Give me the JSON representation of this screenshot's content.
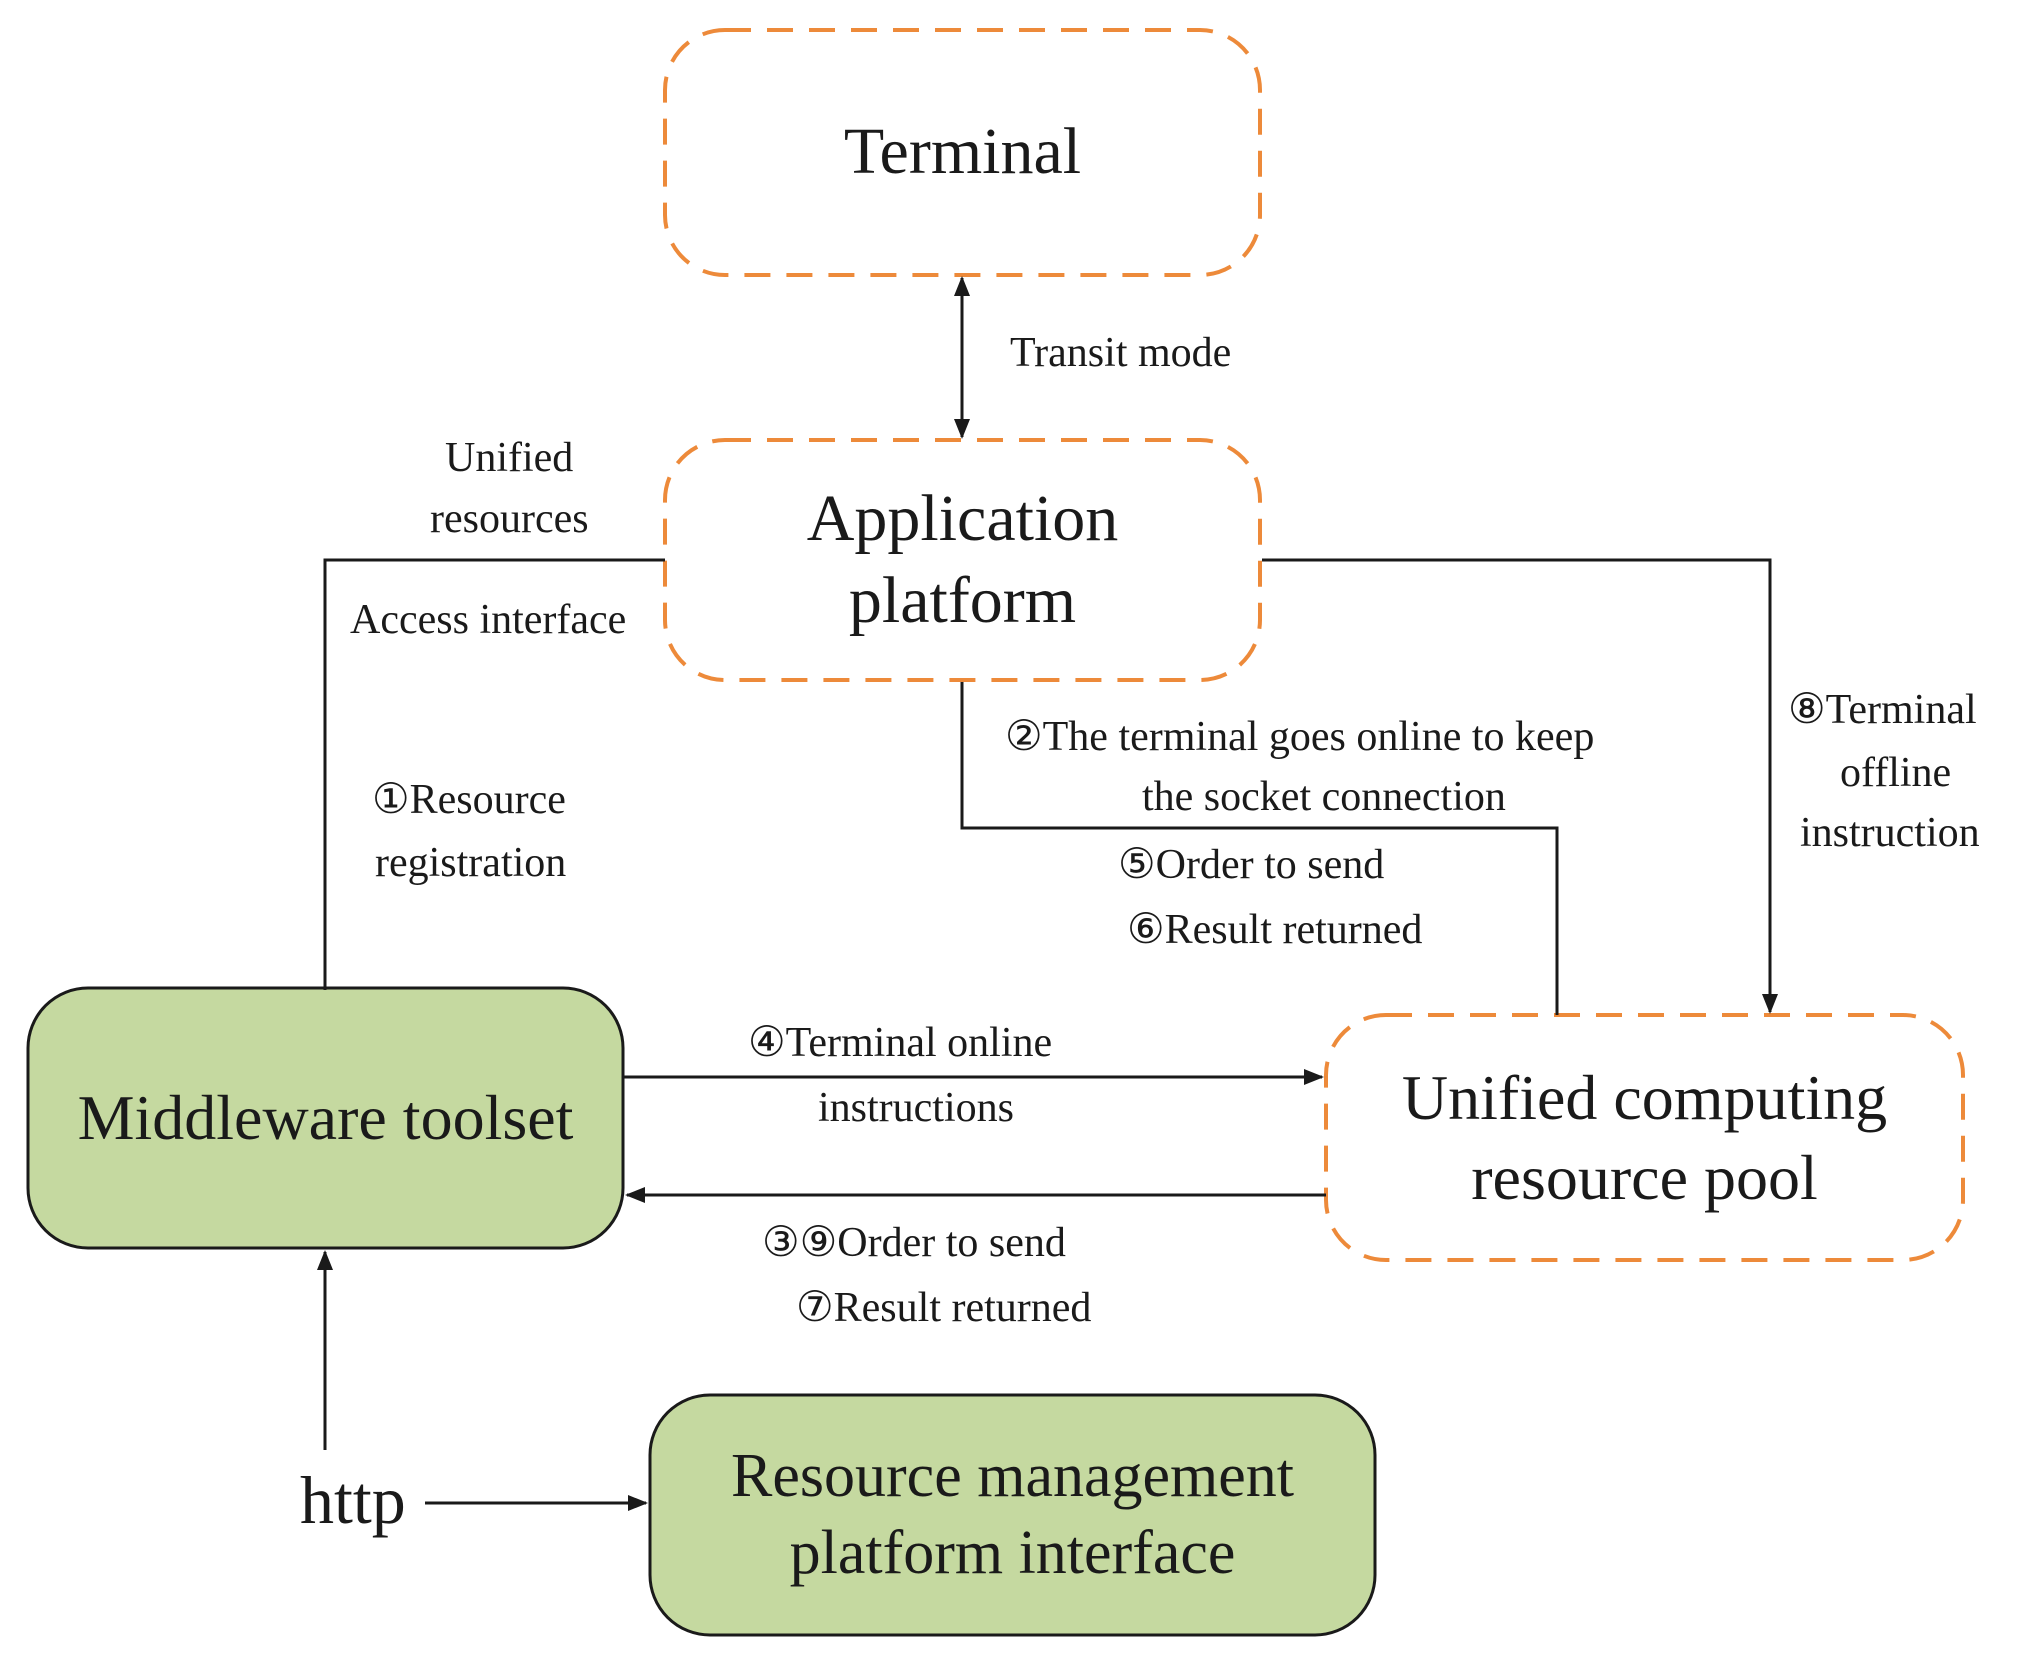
{
  "nodes": {
    "terminal": {
      "lines": [
        "Terminal"
      ]
    },
    "application_platform": {
      "lines": [
        "Application",
        "platform"
      ]
    },
    "middleware_toolset": {
      "lines": [
        "Middleware toolset"
      ]
    },
    "unified_pool": {
      "lines": [
        "Unified computing",
        "resource pool"
      ]
    },
    "resource_mgmt": {
      "lines": [
        "Resource management",
        "platform interface"
      ]
    }
  },
  "edge_labels": {
    "transit_mode": "Transit mode",
    "unified_resources_1": "Unified",
    "unified_resources_2": "resources",
    "access_interface": "Access interface",
    "resource_registration_1": "①Resource",
    "resource_registration_2": "registration",
    "terminal_online_keep_1": "②The terminal goes online to keep",
    "terminal_online_keep_2": "the socket connection",
    "order_send_5": "⑤Order to send",
    "result_returned_6": "⑥Result returned",
    "terminal_offline_1": "⑧Terminal",
    "terminal_offline_2": "offline",
    "terminal_offline_3": "instruction",
    "terminal_online_instr_1": "④Terminal online",
    "terminal_online_instr_2": "instructions",
    "order_send_39": "③⑨Order to send",
    "result_returned_7": "⑦Result returned",
    "http": "http"
  },
  "colors": {
    "dashed_border": "#ED8A3A",
    "green_fill": "#C5D9A0",
    "line": "#1a1a1a"
  }
}
